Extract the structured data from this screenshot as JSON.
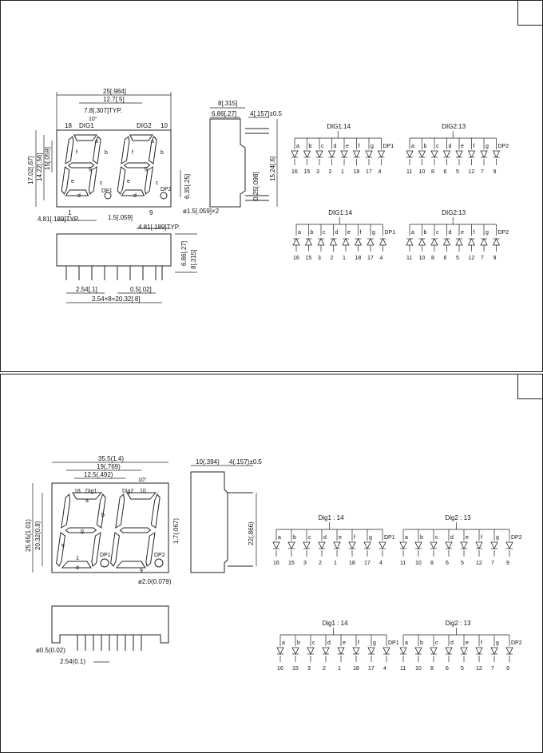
{
  "panel1": {
    "dims": {
      "overall_width": "25[.984]",
      "inner_width": "12.7[.5]",
      "digit_width": "7.8[.307]TYP.",
      "slant": "10°",
      "pin18": "18",
      "dig1": "DIG1",
      "dig2": "DIG2",
      "pin10": "10",
      "height_total": "17.02[.67]",
      "height_inner": "14.22[.56]",
      "height_digit": "15[.059]",
      "seg_height": "6.35[.25]",
      "dp1": "DP1",
      "dp2": "DP2",
      "pin1": "1",
      "pin9": "9",
      "pitch_left": "4.81[.189]TYP.",
      "seg_w": "1.5[.059]",
      "pitch_right": "4.81[.189]TYP.",
      "dp_dia": "ø1.5[.059]×2",
      "side_top": "8[.315]",
      "side_body": "6.86[.27]",
      "side_lead": "4[.157]±0.5",
      "side_height": "15.24[.6]",
      "side_lead_w": "0.25[.098]",
      "bottom_h1": "6.86[.27]",
      "bottom_h2": "8[.315]",
      "pitch": "2.54[.1]",
      "lead_d": "0.5[.02]",
      "span": "2.54×8=20.32[.8]"
    },
    "schematics": [
      {
        "title": "DIG1:14",
        "segs": [
          "a",
          "b",
          "c",
          "d",
          "e",
          "f",
          "g"
        ],
        "dp": "DP1",
        "pins": [
          "16",
          "15",
          "3",
          "2",
          "1",
          "18",
          "17",
          "4"
        ]
      },
      {
        "title": "DIG2:13",
        "segs": [
          "a",
          "b",
          "c",
          "d",
          "e",
          "f",
          "g"
        ],
        "dp": "DP2",
        "pins": [
          "11",
          "10",
          "8",
          "6",
          "5",
          "12",
          "7",
          "9"
        ]
      },
      {
        "title": "DIG1:14",
        "segs": [
          "a",
          "b",
          "c",
          "d",
          "e",
          "f",
          "g"
        ],
        "dp": "DP1",
        "pins": [
          "16",
          "15",
          "3",
          "2",
          "1",
          "18",
          "17",
          "4"
        ]
      },
      {
        "title": "DIG2:13",
        "segs": [
          "a",
          "b",
          "c",
          "d",
          "e",
          "f",
          "g"
        ],
        "dp": "DP2",
        "pins": [
          "11",
          "10",
          "8",
          "6",
          "5",
          "12",
          "7",
          "9"
        ]
      }
    ]
  },
  "panel2": {
    "dims": {
      "overall_width": "35.5(1.4)",
      "inner_width": "19(.769)",
      "digit_width": "12.5(.492)",
      "slant": "10°",
      "pin18": "18",
      "dig1": "Dig1",
      "dig2": "Dig2",
      "pin10": "10",
      "height_total": "25.65(1.01)",
      "height_inner": "20.32(0.8)",
      "seg_w": "1.7(.067)",
      "dp1": "DP1",
      "dp2": "DP2",
      "pin1": "1",
      "pin9": "9",
      "dp_dia": "ø2.0(0.079)",
      "side_top": "10(.394)",
      "side_lead": "4(.157)±0.5",
      "side_height": "22(.866)",
      "lead_d": "ø0.5(0.02)",
      "pitch": "2.54(0.1)"
    },
    "schematics": [
      {
        "title": "Dig1 : 14",
        "segs": [
          "a",
          "b",
          "c",
          "d",
          "e",
          "f",
          "g"
        ],
        "dp": "DP1",
        "pins": [
          "16",
          "15",
          "3",
          "2",
          "1",
          "18",
          "17",
          "4"
        ]
      },
      {
        "title": "Dig2 : 13",
        "segs": [
          "a",
          "b",
          "c",
          "d",
          "e",
          "f",
          "g"
        ],
        "dp": "DP2",
        "pins": [
          "11",
          "10",
          "8",
          "6",
          "5",
          "12",
          "7",
          "9"
        ]
      },
      {
        "title": "Dig1 : 14",
        "segs": [
          "a",
          "b",
          "c",
          "d",
          "e",
          "f",
          "g"
        ],
        "dp": "DP1",
        "pins": [
          "16",
          "15",
          "3",
          "2",
          "1",
          "18",
          "17",
          "4"
        ]
      },
      {
        "title": "Dig2 : 13",
        "segs": [
          "a",
          "b",
          "c",
          "d",
          "e",
          "f",
          "g"
        ],
        "dp": "DP2",
        "pins": [
          "11",
          "10",
          "8",
          "6",
          "5",
          "12",
          "7",
          "9"
        ]
      }
    ]
  }
}
